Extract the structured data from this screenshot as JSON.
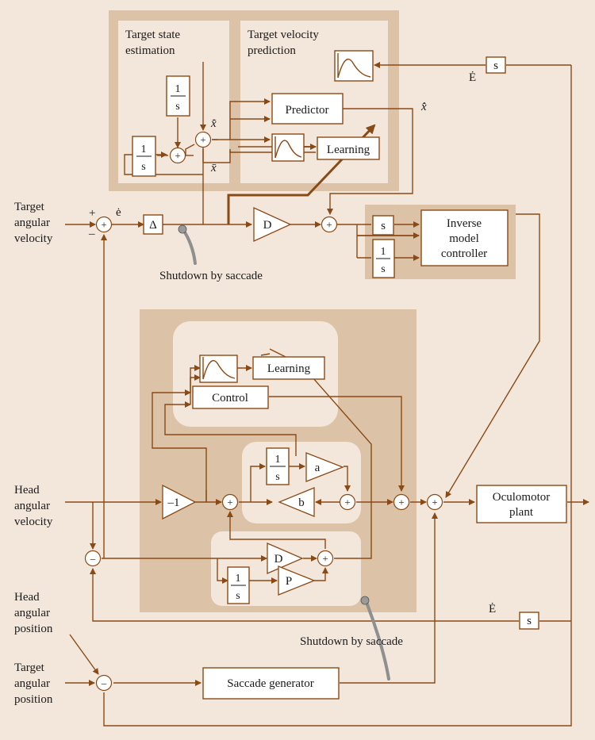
{
  "labels": {
    "target_state_estimation": [
      "Target state",
      "estimation"
    ],
    "target_velocity_prediction": [
      "Target velocity",
      "prediction"
    ],
    "target_angular_velocity": [
      "Target",
      "angular",
      "velocity"
    ],
    "head_angular_velocity": [
      "Head",
      "angular",
      "velocity"
    ],
    "head_angular_position": [
      "Head",
      "angular",
      "position"
    ],
    "target_angular_position": [
      "Target",
      "angular",
      "position"
    ],
    "shutdown_top": "Shutdown by saccade",
    "shutdown_bottom": "Shutdown by saccade"
  },
  "blocks": {
    "predictor": "Predictor",
    "learning_top": "Learning",
    "learning_inner": "Learning",
    "control": "Control",
    "inverse_model": [
      "Inverse",
      "model",
      "controller"
    ],
    "oculomotor": [
      "Oculomotor",
      "plant"
    ],
    "saccade_generator": "Saccade generator",
    "s_block": "s",
    "one": "1",
    "s_den": "s",
    "delta": "Δ",
    "gain_d": "D",
    "gain_p": "P",
    "gain_a": "a",
    "gain_b": "b",
    "gain_neg1": "–1"
  },
  "symbols": {
    "plus": "+",
    "minus": "–",
    "e_dot": "ė",
    "E_dot": "Ė",
    "x_hat_dot": "x̂̇",
    "x_bar": "x̄",
    "x_bar_dot": "x̄̇",
    "sum_plus": "+",
    "sum_minus": "–"
  },
  "colors": {
    "background": "#f3e7dc",
    "panel_dark": "#dcc2a6",
    "panel_light": "#f3e7dc",
    "inner_panel": "#dcc2a6",
    "wire": "#8a4a16",
    "shutdown_wire": "#8f8f8f"
  }
}
